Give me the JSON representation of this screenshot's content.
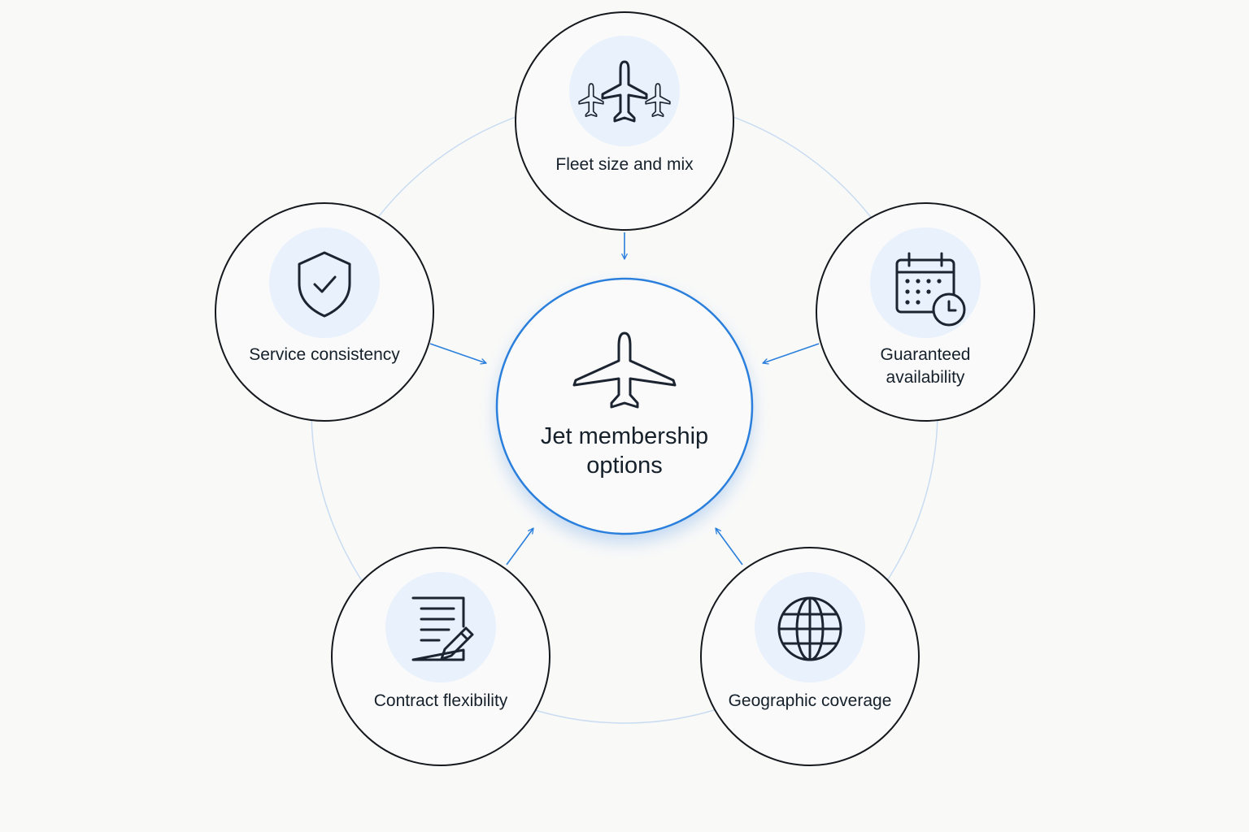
{
  "diagram": {
    "center": {
      "label_line1": "Jet membership",
      "label_line2": "options",
      "icon": "airplane-icon"
    },
    "nodes": {
      "fleet": {
        "label_line1": "Fleet size and mix",
        "icon": "fleet-airplanes-icon"
      },
      "guaranteed": {
        "label_line1": "Guaranteed",
        "label_line2": "availability",
        "icon": "calendar-clock-icon"
      },
      "geographic": {
        "label_line1": "Geographic coverage",
        "icon": "globe-icon"
      },
      "contract": {
        "label_line1": "Contract flexibility",
        "icon": "document-pen-icon"
      },
      "service": {
        "label_line1": "Service consistency",
        "icon": "shield-check-icon"
      }
    },
    "colors": {
      "accent": "#2a7fdc",
      "ring": "#c9dcf1",
      "icon_bg": "#e9f1fc",
      "outline": "#15191e",
      "background": "#f9f9f8"
    }
  }
}
